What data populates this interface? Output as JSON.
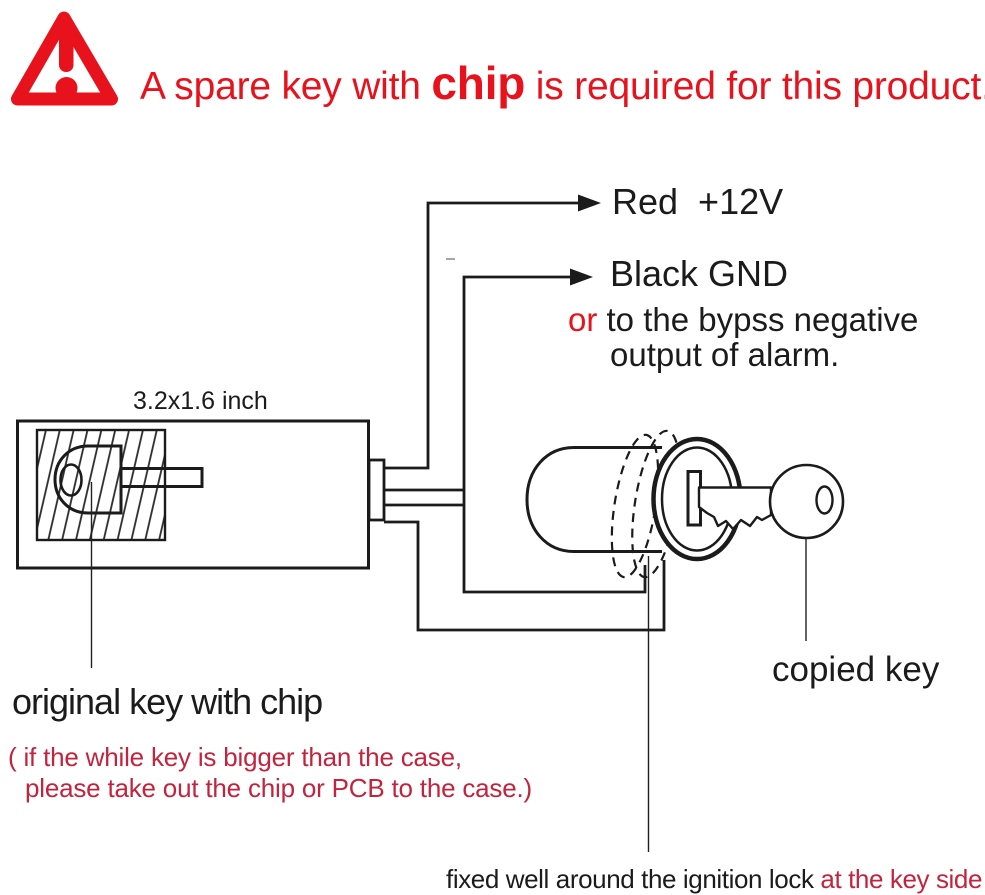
{
  "header": {
    "warning_icon": "warning-triangle",
    "prefix": "A spare key with ",
    "emphasis": "chip",
    "suffix": " is required for this product."
  },
  "wiring": {
    "red_label": "Red  +12V",
    "black_label": "Black GND",
    "or_word": "or",
    "bypass_rest": " to the bypss negative",
    "bypass_line2": "output of alarm."
  },
  "module": {
    "size_label": "3.2x1.6 inch",
    "key_label": "original key with chip",
    "note_line1": "( if the while key is bigger than the case,",
    "note_line2": "please take out the chip or PCB to the case.)"
  },
  "lock": {
    "copied_key_label": "copied key",
    "fixed_note_black": "fixed well around the ignition lock ",
    "fixed_note_red": "at the key side"
  },
  "colors": {
    "bright_red": "#e8121d",
    "crimson_red": "#c3243d",
    "ink": "#1b1b1b"
  }
}
